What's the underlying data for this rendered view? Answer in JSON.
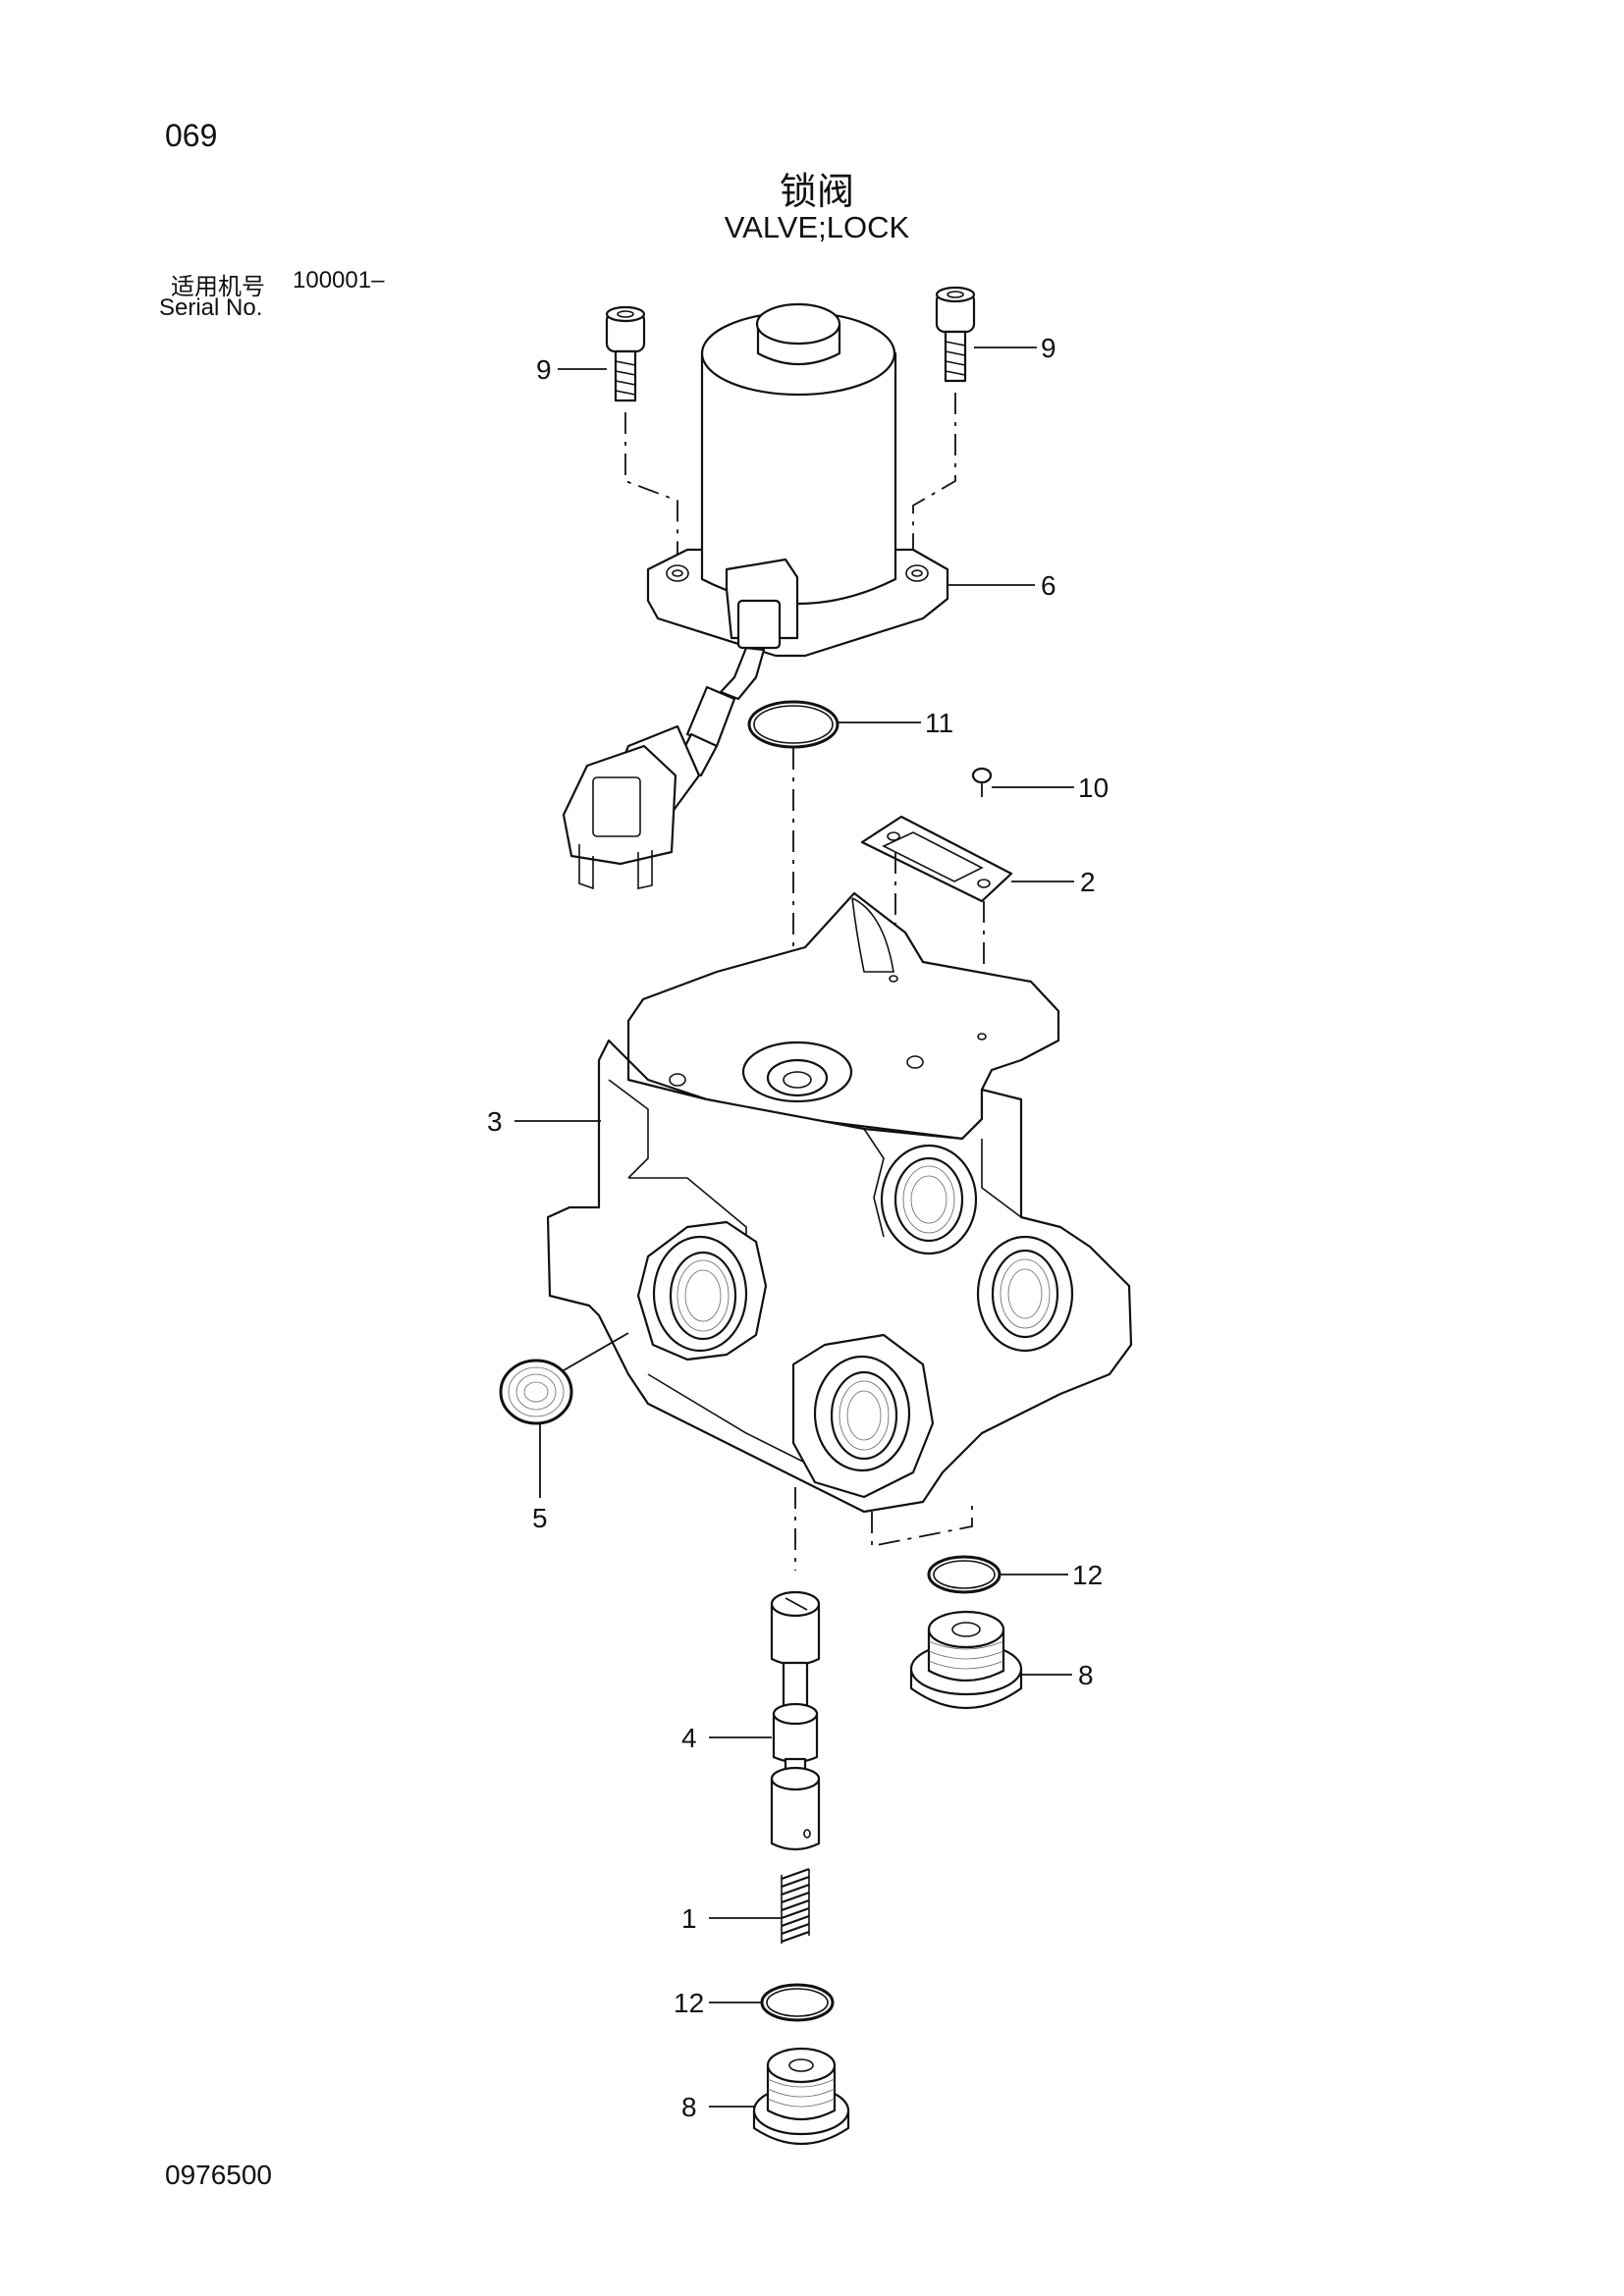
{
  "page": {
    "number": "069",
    "title_cn": "锁阀",
    "title_en": "VALVE;LOCK",
    "serial_label_cn": "适用机号",
    "serial_range": "100001–",
    "serial_label_en": "Serial No.",
    "drawing_code": "0976500"
  },
  "callouts": [
    {
      "id": "c9a",
      "label": "9"
    },
    {
      "id": "c9b",
      "label": "9"
    },
    {
      "id": "c6",
      "label": "6"
    },
    {
      "id": "c11",
      "label": "11"
    },
    {
      "id": "c10",
      "label": "10"
    },
    {
      "id": "c2",
      "label": "2"
    },
    {
      "id": "c3",
      "label": "3"
    },
    {
      "id": "c5",
      "label": "5"
    },
    {
      "id": "c12a",
      "label": "12"
    },
    {
      "id": "c8a",
      "label": "8"
    },
    {
      "id": "c4",
      "label": "4"
    },
    {
      "id": "c1",
      "label": "1"
    },
    {
      "id": "c12b",
      "label": "12"
    },
    {
      "id": "c8b",
      "label": "8"
    }
  ]
}
